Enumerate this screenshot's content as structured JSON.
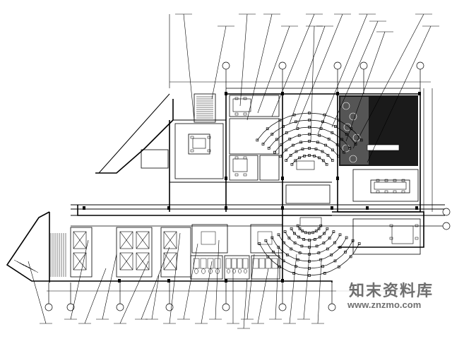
{
  "drawing": {
    "room_labels": [
      "",
      ""
    ],
    "callout_count_top": 14,
    "callout_count_bottom": 19
  },
  "watermark": {
    "cn_text": "知末资料库",
    "url_text": "www.znzmo.com"
  }
}
